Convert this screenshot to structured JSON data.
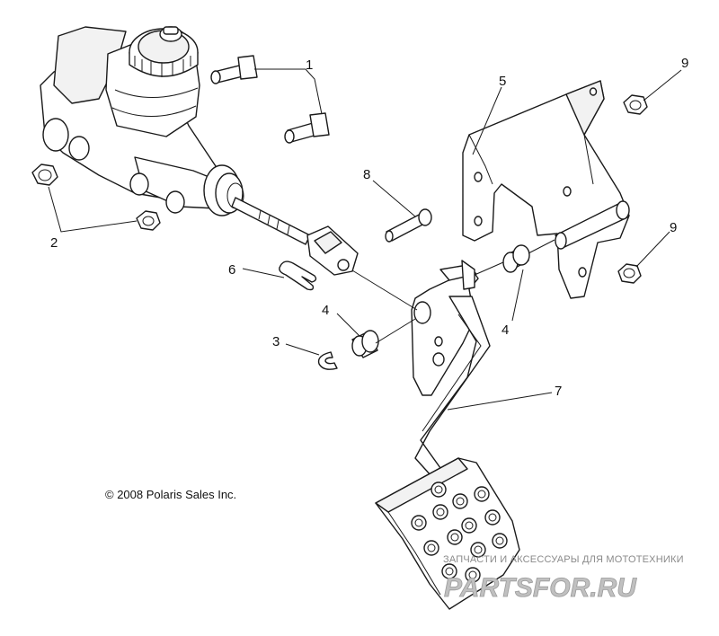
{
  "diagram": {
    "callouts": {
      "c1": "1",
      "c2": "2",
      "c3": "3",
      "c4a": "4",
      "c4b": "4",
      "c5": "5",
      "c6": "6",
      "c7": "7",
      "c8": "8",
      "c9a": "9",
      "c9b": "9"
    },
    "copyright": "© 2008 Polaris Sales Inc.",
    "watermark": {
      "tagline": "ЗАПЧАСТИ И АКСЕССУАРЫ ДЛЯ МОТОТЕХНИКИ",
      "logo": "PARTSFOR.RU"
    }
  }
}
